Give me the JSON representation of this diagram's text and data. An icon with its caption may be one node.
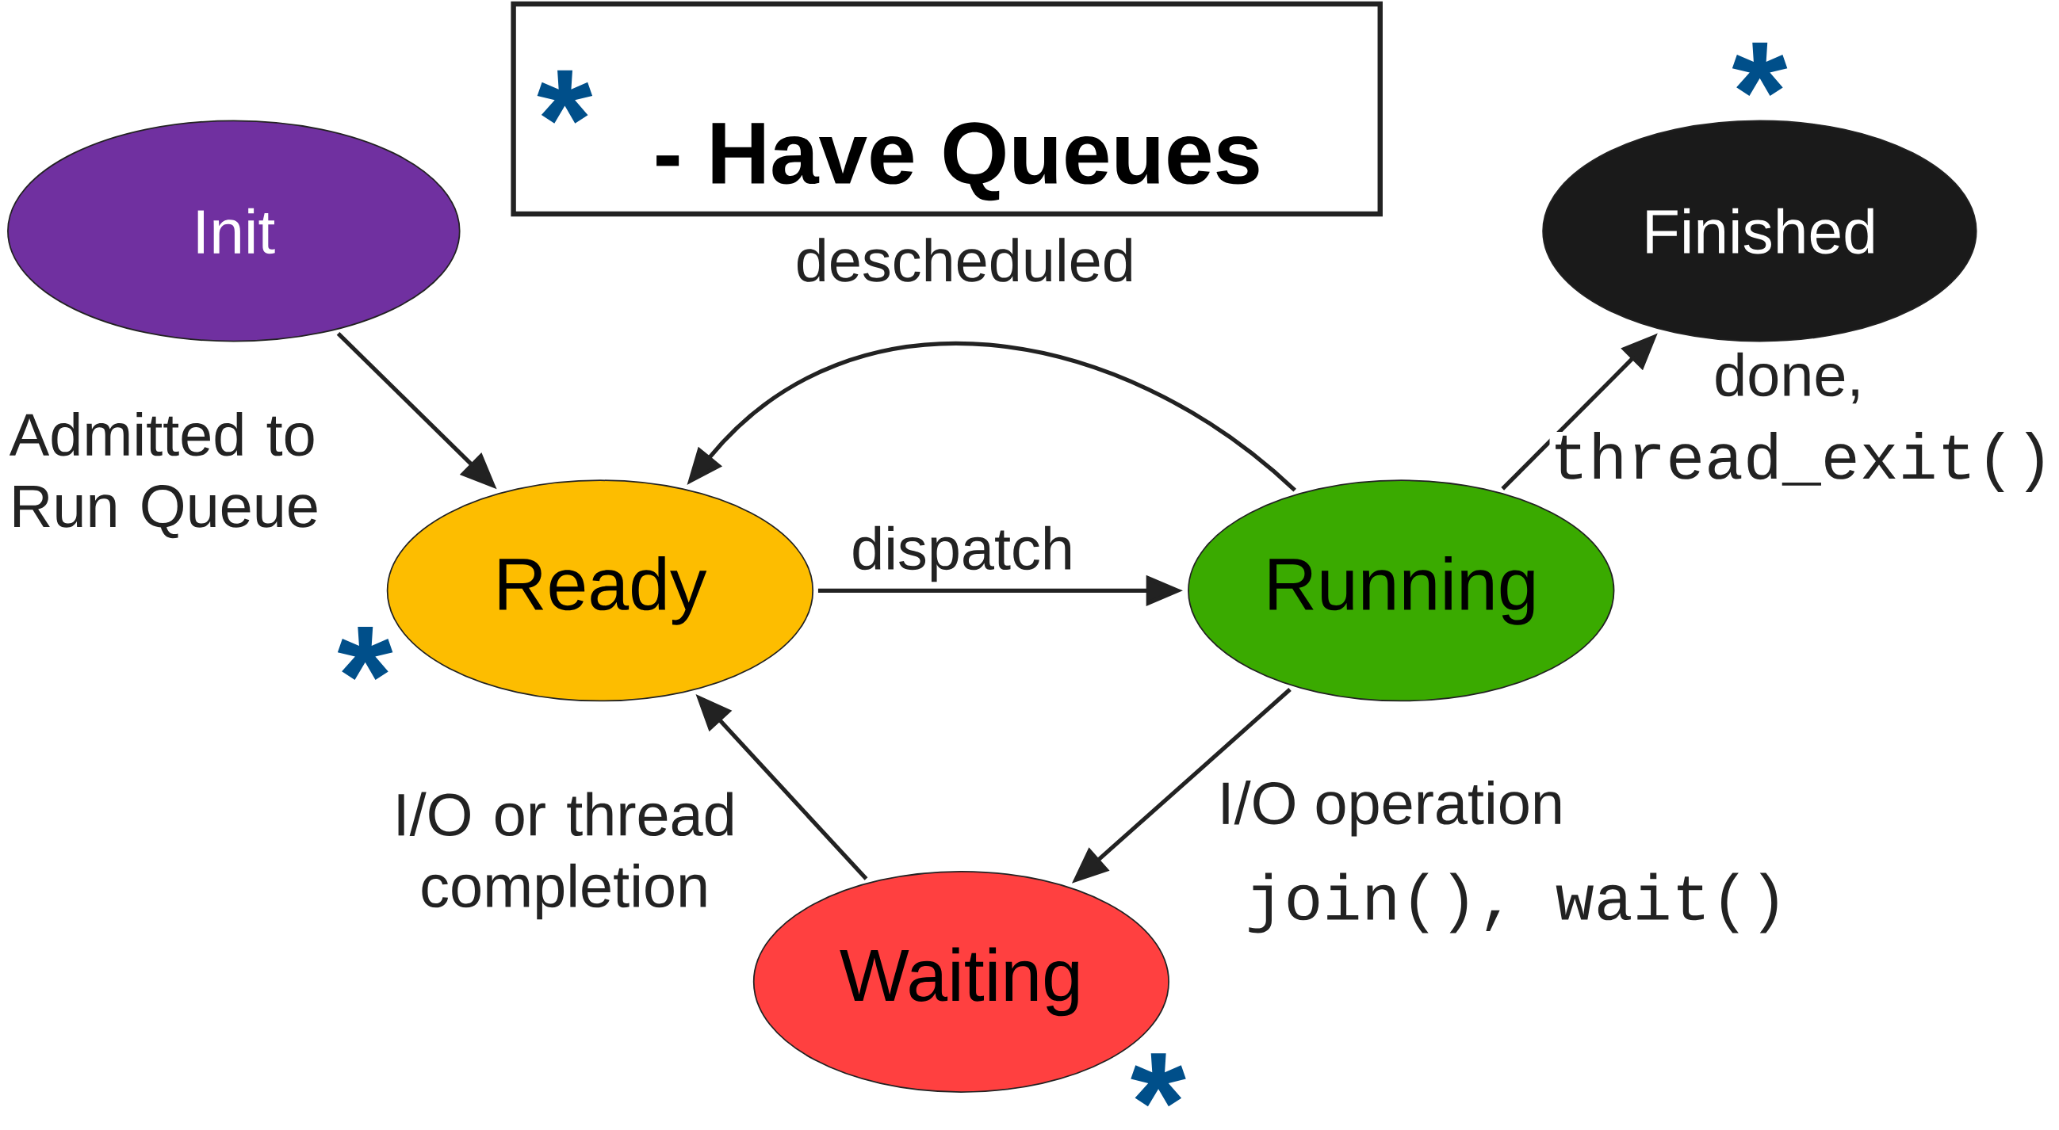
{
  "diagram": {
    "nodes": [
      {
        "text": [
          "Init"
        ]
      },
      {
        "text": [
          "Ready"
        ],
        "beside": [
          "*"
        ]
      },
      {
        "text": [
          "Running"
        ]
      },
      {
        "text": [
          "Finished"
        ],
        "beside": [
          "*"
        ]
      },
      {
        "text": [
          "Waiting"
        ],
        "beside": [
          "*"
        ]
      }
    ],
    "edges": [
      {
        "from": 0,
        "to": 1,
        "arrow": "to",
        "label": "Admitted to Run Queue"
      },
      {
        "from": 1,
        "to": 2,
        "arrow": "to",
        "label": "dispatch"
      },
      {
        "from": 2,
        "to": 1,
        "arrow": "to",
        "label": "descheduled"
      },
      {
        "from": 2,
        "to": 3,
        "arrow": "to",
        "label": "done,"
      },
      {
        "from": 2,
        "to": 4,
        "arrow": "to",
        "label": "I/O operation"
      },
      {
        "from": 4,
        "to": 1,
        "arrow": "to",
        "label": "I/O or thread completion"
      }
    ],
    "labels": [
      "*",
      "thread_exit()",
      "join(), wait()"
    ],
    "legend": [
      {
        "text": "- Have Queues"
      }
    ]
  }
}
